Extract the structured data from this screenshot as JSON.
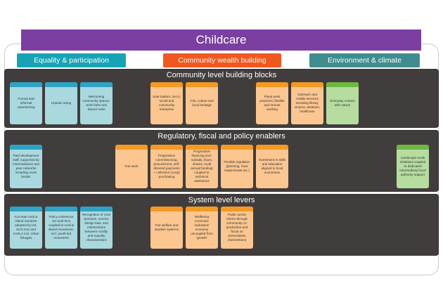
{
  "title": "Childcare",
  "themes": [
    "Equality & participation",
    "Community wealth building",
    "Environment & climate"
  ],
  "bands": [
    {
      "title": "Community level building blocks",
      "cards": [
        {
          "text": "Formal and informal volunteering",
          "color": "blue"
        },
        {
          "text": "Unpaid caring",
          "color": "blue"
        },
        {
          "text": "Welcoming community spaces, work hubs and leisure hubs",
          "color": "blue"
        },
        {
          "text": "Sole traders, micro, social and community enterprise",
          "color": "peach"
        },
        {
          "text": "Arts, culture and local heritage",
          "color": "peach"
        },
        {
          "text": "Plural work practices, flexible and remote working",
          "color": "peach"
        },
        {
          "text": "Outreach and mobile services including library, cinema, abattoirs, healthcare",
          "color": "peach"
        },
        {
          "text": "Everyday contact with nature",
          "color": "green"
        }
      ]
    },
    {
      "title": "Regulatory, fiscal and policy enablers",
      "cards": [
        {
          "text": "Paid development staff, supported by intermediaries and peer networks including cross border",
          "color": "blue"
        },
        {
          "text": "Fair work",
          "color": "peach"
        },
        {
          "text": "Progressive commissioning, procurement, self-directed payments + collective (coop) purchasing",
          "color": "peach"
        },
        {
          "text": "Progressive financing (incl. subsidy, loans, shares, multi annual funding) coupled to technical assistance",
          "color": "peach"
        },
        {
          "text": "Flexible regulation (planning, Care Inspectorate etc.)",
          "color": "peach"
        },
        {
          "text": "Investment in skills and education aligned to local economies",
          "color": "peach"
        },
        {
          "text": "Landscape-scale initiatives coupled to dedicated intermediary/ local authority support",
          "color": "green"
        }
      ]
    },
    {
      "title": "System level levers",
      "cards": [
        {
          "text": "Accurate rural & island narrative adopted by UK, Scot Gov and CoSLA incl. urban linkages",
          "color": "blue"
        },
        {
          "text": "Policy coherence via rural lens coupled to rural & island movement, incl. youth-led movement",
          "color": "blue"
        },
        {
          "text": "Recognition of rural premium, service design bias, and intersections between rurality and equality characteristics",
          "color": "blue"
        },
        {
          "text": "Fair welfare and taxation systems",
          "color": "peach"
        },
        {
          "text": "Wellbeing economic indicators/ economy uncoupled from 'growth'",
          "color": "peach"
        },
        {
          "text": "Public sector reform through community co-production and focus on preventative interventions",
          "color": "peach"
        }
      ]
    }
  ]
}
